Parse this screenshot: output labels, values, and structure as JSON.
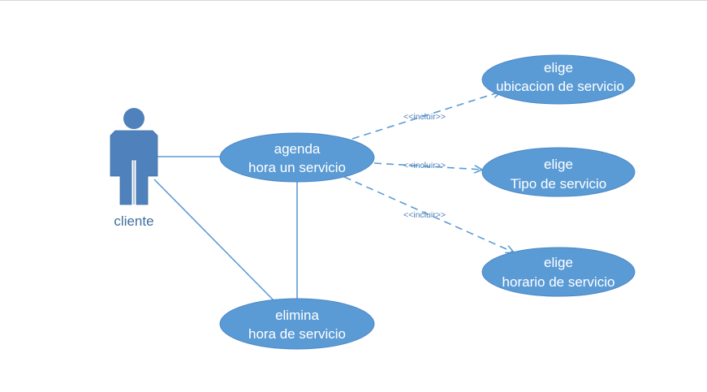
{
  "actor": {
    "label": "cliente"
  },
  "use_cases": {
    "agenda": [
      "agenda",
      "hora un servicio"
    ],
    "elimina": [
      "elimina",
      "hora de servicio"
    ],
    "ubicacion": [
      "elige",
      "ubicacion de servicio"
    ],
    "tipo": [
      "elige",
      "Tipo de servicio"
    ],
    "horario": [
      "elige",
      "horario de servicio"
    ]
  },
  "relations": {
    "include_label": "<<incluir>>"
  },
  "colors": {
    "ellipse_fill": "#5b9bd5",
    "actor_fill": "#4f81bd",
    "line": "#5b9bd5",
    "label": "#3f6f9f"
  }
}
